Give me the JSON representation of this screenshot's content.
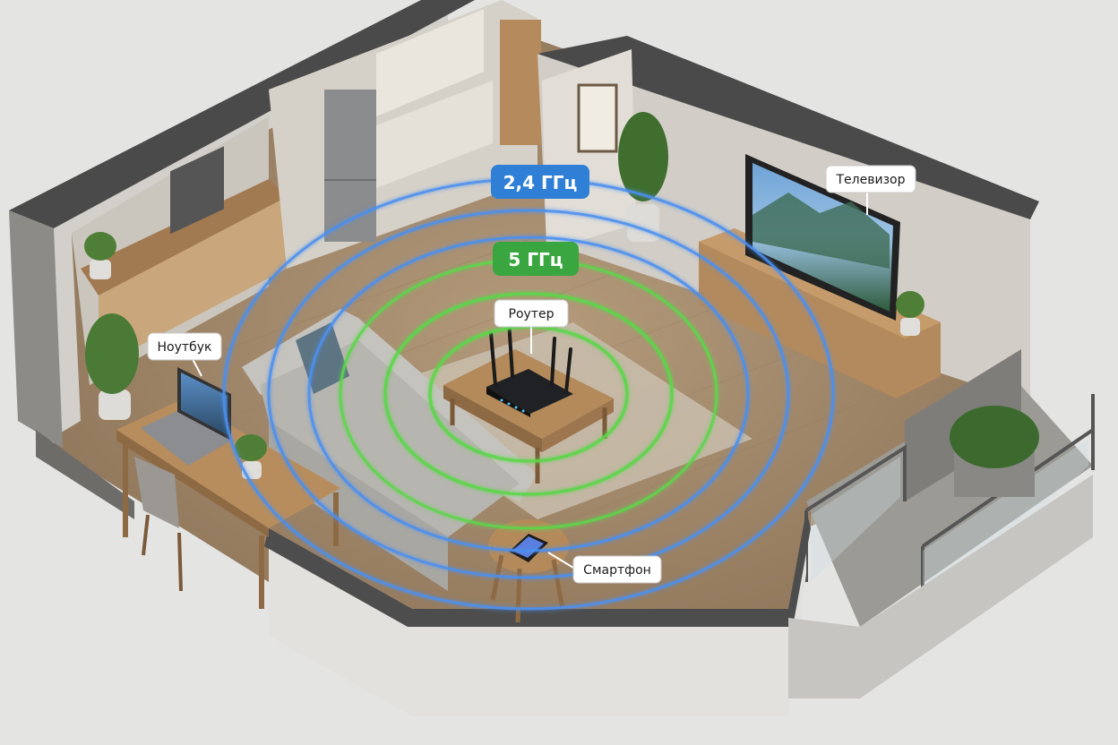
{
  "bands": {
    "band_24": {
      "text": "2,4 ГГц",
      "color": "#2f7fd6"
    },
    "band_5": {
      "text": "5 ГГц",
      "color": "#3aa640"
    }
  },
  "devices": {
    "router": "Роутер",
    "laptop": "Ноутбук",
    "tv": "Телевизор",
    "smartphone": "Смартфон"
  },
  "colors": {
    "wave_blue": "#4a8ff0",
    "wave_green": "#5cd64a",
    "floor": "#a88d6e",
    "wall": "#d9d6d1",
    "wall_top": "#4a4a4a"
  }
}
